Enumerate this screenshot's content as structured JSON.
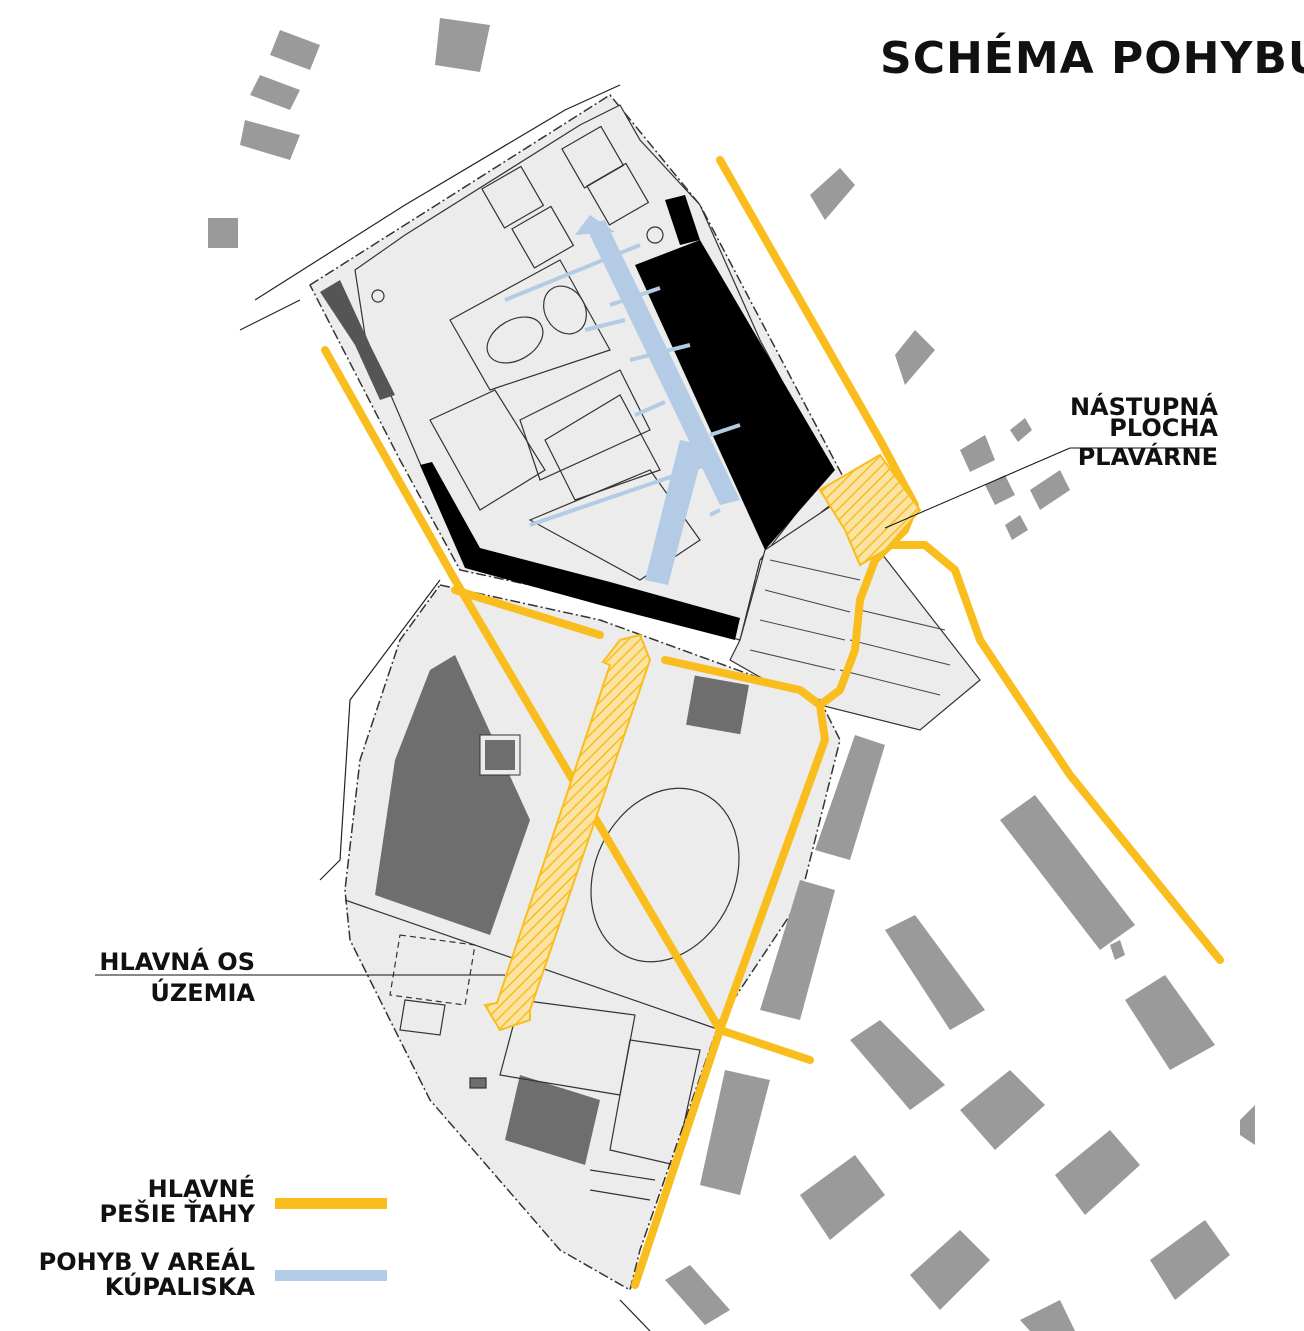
{
  "title": "SCHÉMA POHYBU",
  "labels": {
    "boarding_area_line1": "NÁSTUPNÁ",
    "boarding_area_line2": "PLOCHA",
    "boarding_area_line3": "PLAVÁRNE",
    "main_axis_line1": "HLAVNÁ OS",
    "main_axis_line2": "ÚZEMIA"
  },
  "legend": {
    "items": [
      {
        "line1": "HLAVNÉ",
        "line2": "PEŠIE ŤAHY",
        "color": "#f9bd1d"
      },
      {
        "line1": "POHYB V AREÁL",
        "line2": "KÚPALISKA",
        "color": "#b3cbe4"
      }
    ]
  },
  "colors": {
    "pedestrian_route": "#f9bd1d",
    "pool_movement": "#b3cbe4",
    "building": "#9a9a9a",
    "building_dark": "#6e6e6e",
    "site_fill": "#ececec",
    "pool_hall": "#000000"
  }
}
